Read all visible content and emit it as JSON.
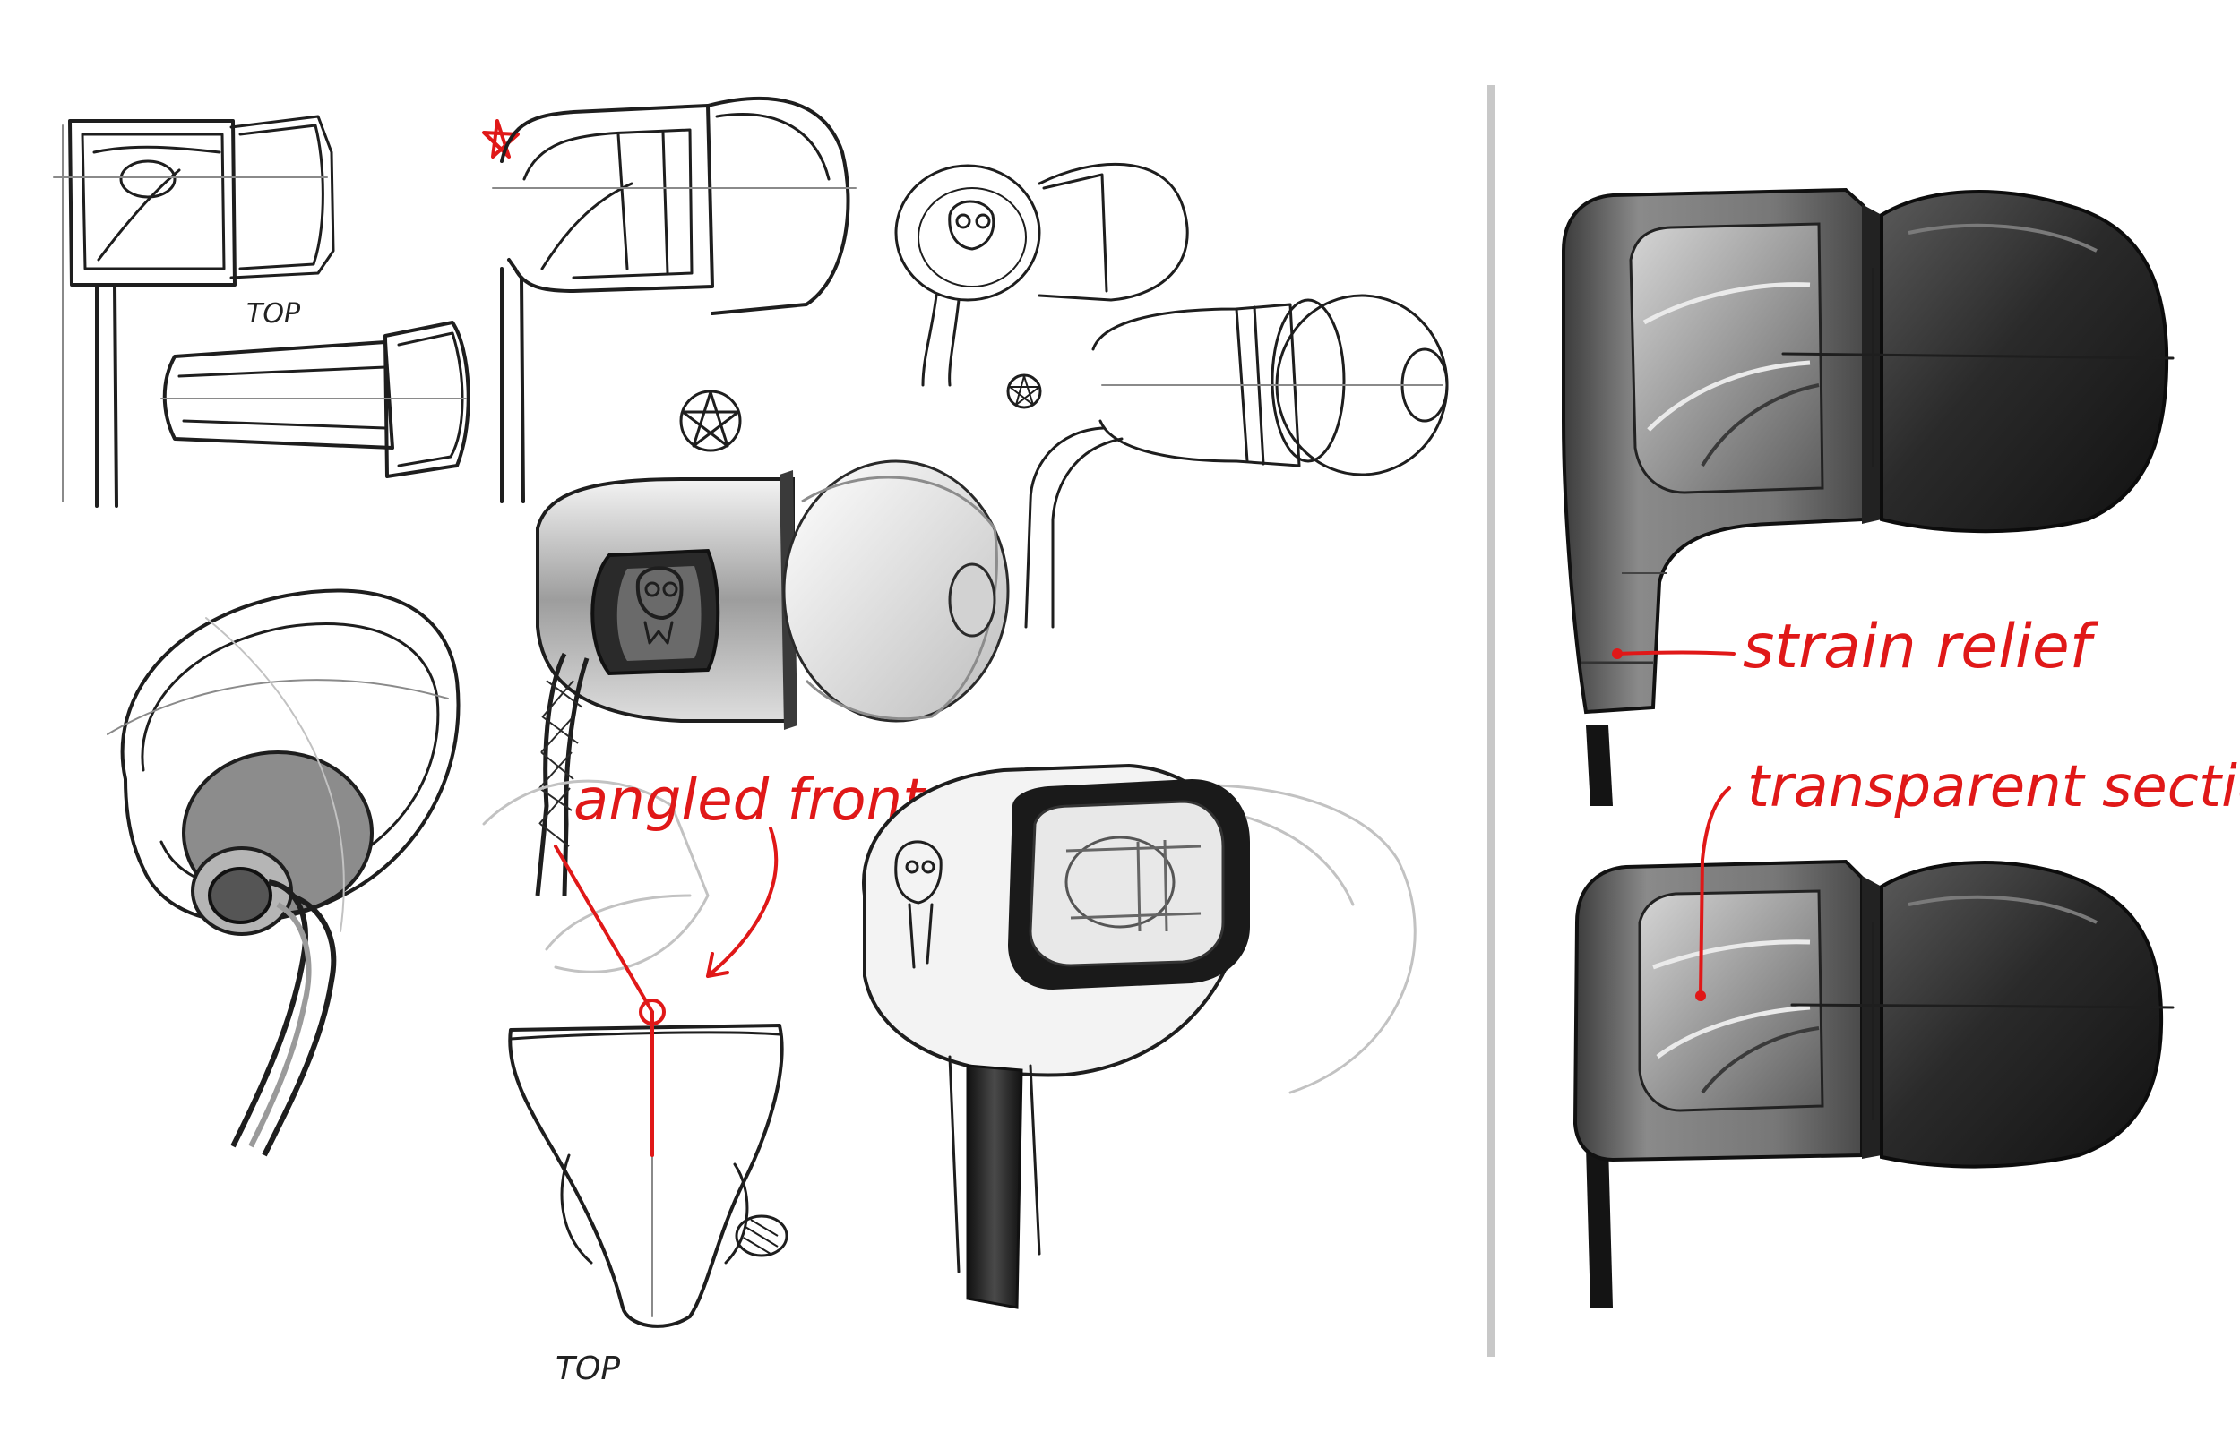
{
  "annotations": {
    "top_label_1": "TOP",
    "top_label_2": "TOP",
    "angled_front_end": "angled front end",
    "strain_relief": "strain relief",
    "transparent_section": "transparent section"
  },
  "colors": {
    "paper": "#ffffff",
    "ink": "#1e1e1e",
    "annotation_red": "#e01818",
    "render_gray": "#6e6e6e",
    "eartip_dark": "#2e2e2e",
    "divider": "#c8c8c8"
  },
  "icons": {
    "star_marker": "red-star-icon",
    "pentagram_mark": "pentagram-icon",
    "skull_logo": "skull-logo-icon"
  }
}
